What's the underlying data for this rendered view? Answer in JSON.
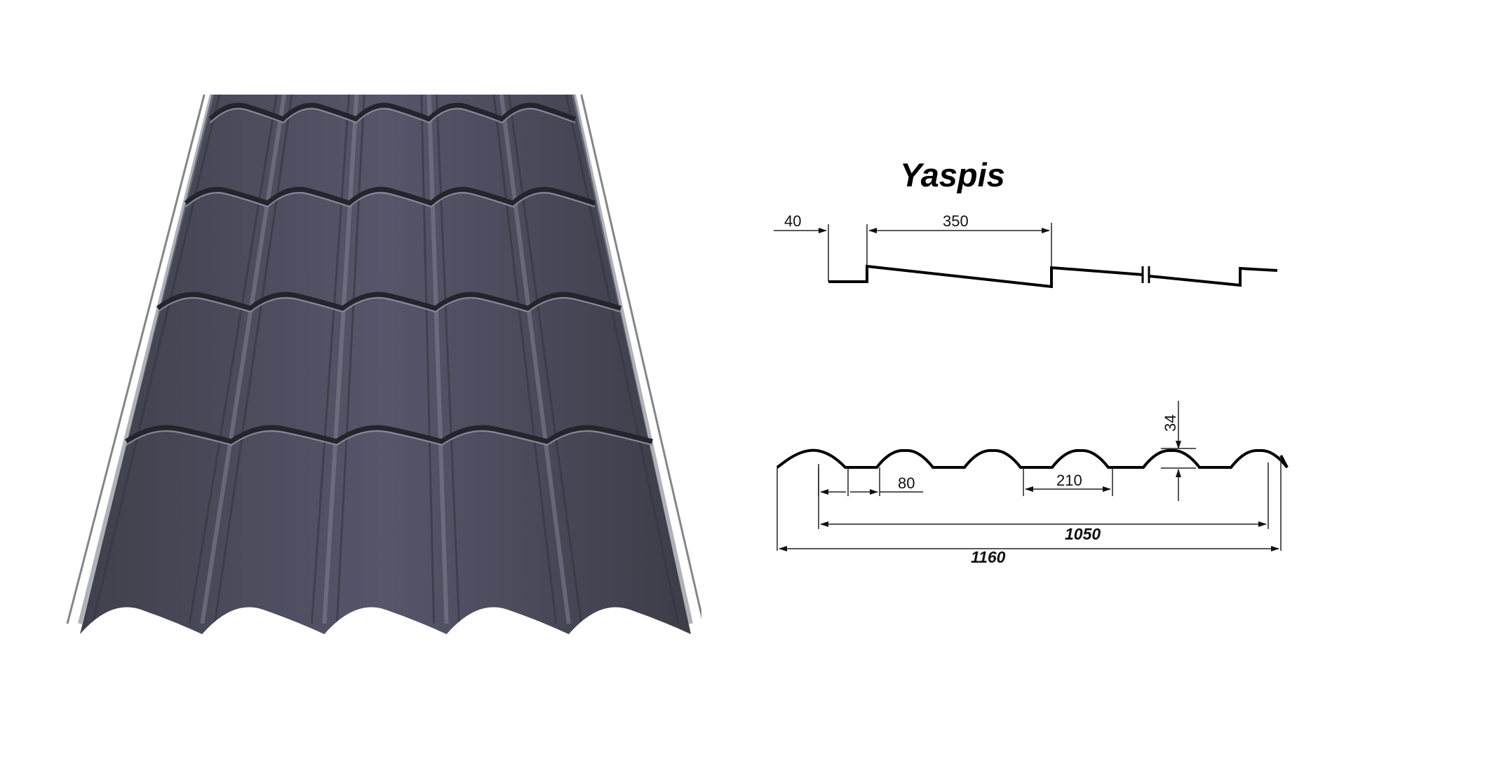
{
  "product": {
    "title": "Yaspis"
  },
  "side_profile": {
    "dims": {
      "step": "40",
      "pitch": "350"
    }
  },
  "cross_section": {
    "dims": {
      "height": "34",
      "valley": "80",
      "wave": "210",
      "effective_width": "1050",
      "total_width": "1160"
    }
  },
  "colors": {
    "sheet": "#4a4b57",
    "sheet_light": "#6c6d7a",
    "line": "#000000",
    "dim_line": "#222222"
  }
}
